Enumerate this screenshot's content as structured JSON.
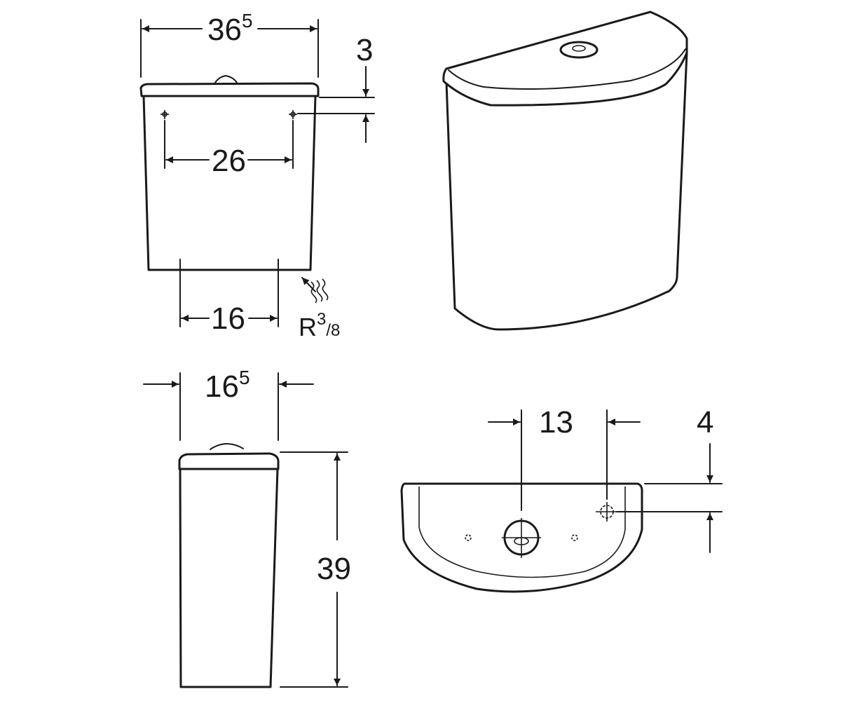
{
  "dimensions": {
    "width_main": "36",
    "width_main_sup": "5",
    "lid_offset": "3",
    "hole_spacing": "26",
    "bottom_spacing": "16",
    "thread_label": "R",
    "thread_sup": "3",
    "thread_sub": "/8",
    "depth": "16",
    "depth_sup": "5",
    "height": "39",
    "button_spacing": "13",
    "button_offset": "4"
  },
  "colors": {
    "ink": "#1a1a1a",
    "background": "#ffffff"
  }
}
